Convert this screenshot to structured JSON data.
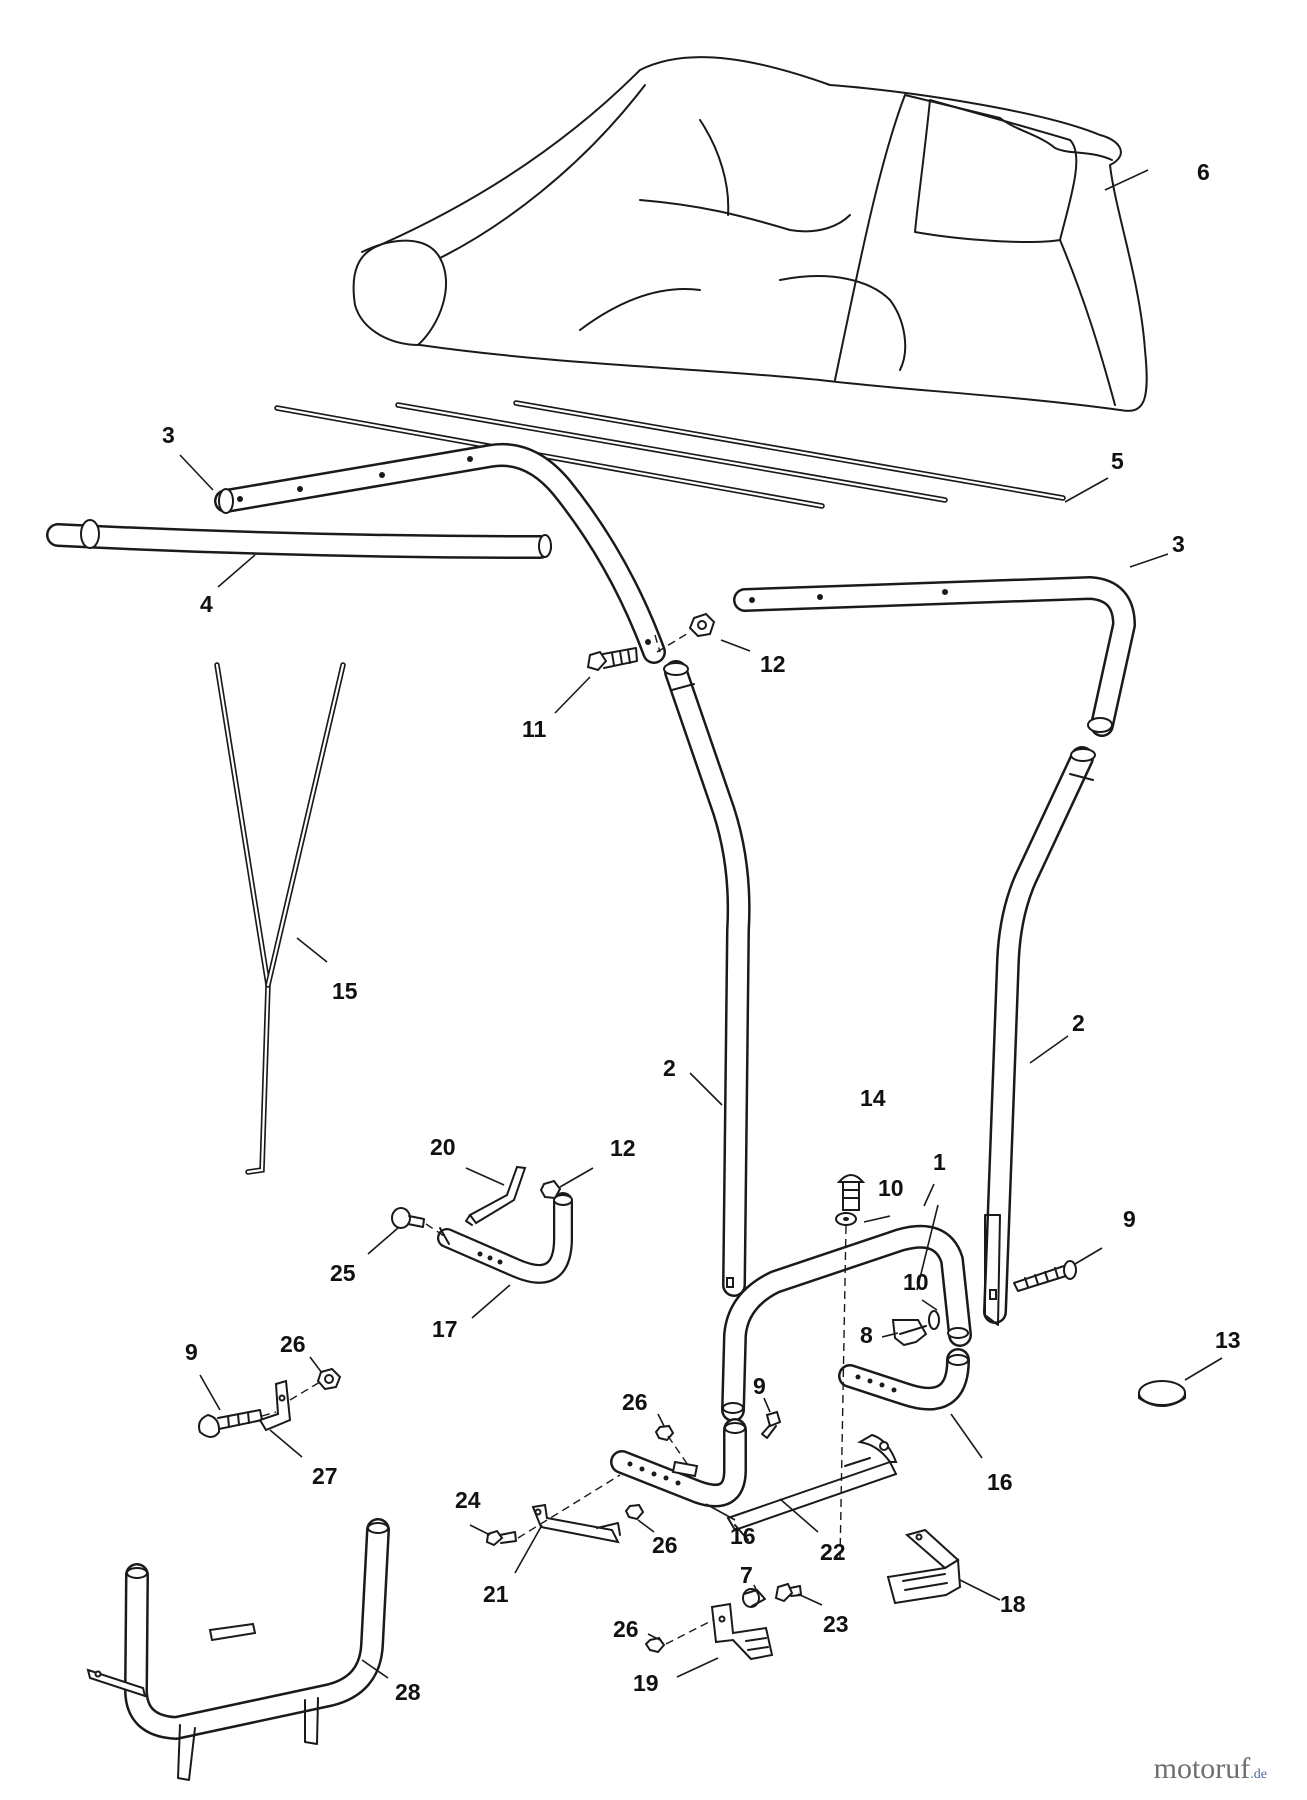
{
  "callouts": [
    {
      "id": "c1",
      "label": "1"
    },
    {
      "id": "c2a",
      "label": "2"
    },
    {
      "id": "c2b",
      "label": "2"
    },
    {
      "id": "c3a",
      "label": "3"
    },
    {
      "id": "c3b",
      "label": "3"
    },
    {
      "id": "c4",
      "label": "4"
    },
    {
      "id": "c5",
      "label": "5"
    },
    {
      "id": "c6",
      "label": "6"
    },
    {
      "id": "c7",
      "label": "7"
    },
    {
      "id": "c8",
      "label": "8"
    },
    {
      "id": "c9a",
      "label": "9"
    },
    {
      "id": "c9b",
      "label": "9"
    },
    {
      "id": "c9c",
      "label": "9"
    },
    {
      "id": "c10a",
      "label": "10"
    },
    {
      "id": "c10b",
      "label": "10"
    },
    {
      "id": "c11",
      "label": "11"
    },
    {
      "id": "c12a",
      "label": "12"
    },
    {
      "id": "c12b",
      "label": "12"
    },
    {
      "id": "c13",
      "label": "13"
    },
    {
      "id": "c14",
      "label": "14"
    },
    {
      "id": "c15",
      "label": "15"
    },
    {
      "id": "c16a",
      "label": "16"
    },
    {
      "id": "c16b",
      "label": "16"
    },
    {
      "id": "c17",
      "label": "17"
    },
    {
      "id": "c18",
      "label": "18"
    },
    {
      "id": "c19",
      "label": "19"
    },
    {
      "id": "c20",
      "label": "20"
    },
    {
      "id": "c21",
      "label": "21"
    },
    {
      "id": "c22",
      "label": "22"
    },
    {
      "id": "c23",
      "label": "23"
    },
    {
      "id": "c24",
      "label": "24"
    },
    {
      "id": "c25",
      "label": "25"
    },
    {
      "id": "c26a",
      "label": "26"
    },
    {
      "id": "c26b",
      "label": "26"
    },
    {
      "id": "c26c",
      "label": "26"
    },
    {
      "id": "c26d",
      "label": "26"
    },
    {
      "id": "c27",
      "label": "27"
    },
    {
      "id": "c28",
      "label": "28"
    }
  ],
  "watermark": {
    "brand": "motoruf",
    "suffix": ".de"
  }
}
